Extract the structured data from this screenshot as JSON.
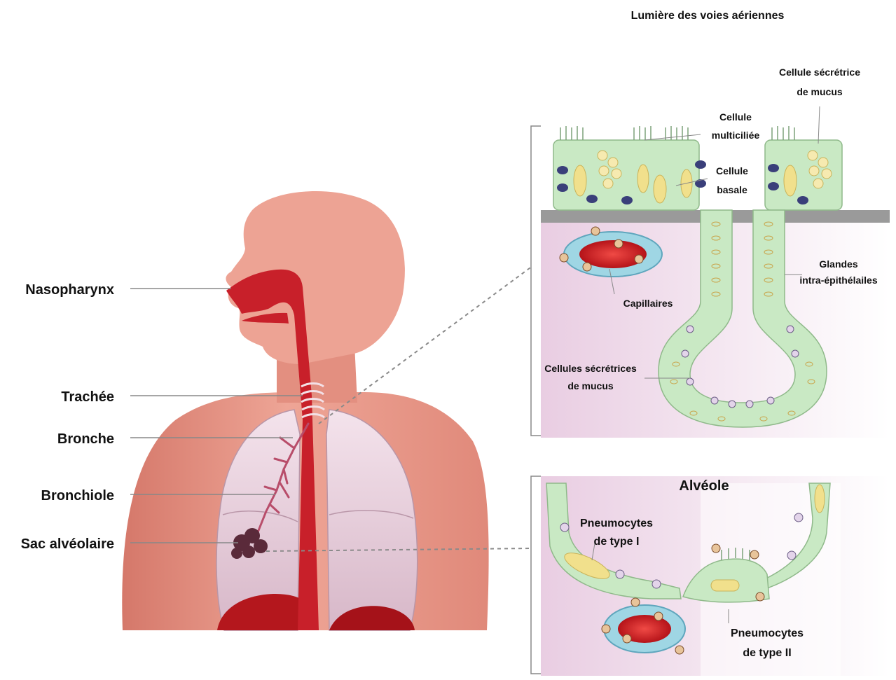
{
  "airway_title": "Lumière des voies aériennes",
  "body_labels": {
    "nasopharynx": "Nasopharynx",
    "trachea": "Trachée",
    "bronchus": "Bronche",
    "bronchiole": "Bronchiole",
    "alveolar_sac": "Sac alvéolaire"
  },
  "epithelium_labels": {
    "mucus_cell_line1": "Cellule sécrétrice",
    "mucus_cell_line2": "de mucus",
    "multiciliated_line1": "Cellule",
    "multiciliated_line2": "multiciliée",
    "basal_line1": "Cellule",
    "basal_line2": "basale",
    "glands_line1": "Glandes",
    "glands_line2": "intra-épithélailes",
    "capillaries": "Capillaires",
    "mucus_cells_line1": "Cellules sécrétrices",
    "mucus_cells_line2": "de mucus"
  },
  "alveolus_labels": {
    "title": "Alvéole",
    "type1_line1": "Pneumocytes",
    "type1_line2": "de type I",
    "type2_line1": "Pneumocytes",
    "type2_line2": "de type II"
  },
  "colors": {
    "skin": "#e99c8c",
    "skin_light": "#f6c4b6",
    "airway": "#c8202a",
    "lung": "#ecd3e0",
    "epithelium": "#c9e9c4",
    "yellow_cell": "#f1e08c",
    "pink_tissue": "#f0dcea",
    "capillary_blue": "#9fd6e4",
    "blood_red": "#d41d24"
  }
}
